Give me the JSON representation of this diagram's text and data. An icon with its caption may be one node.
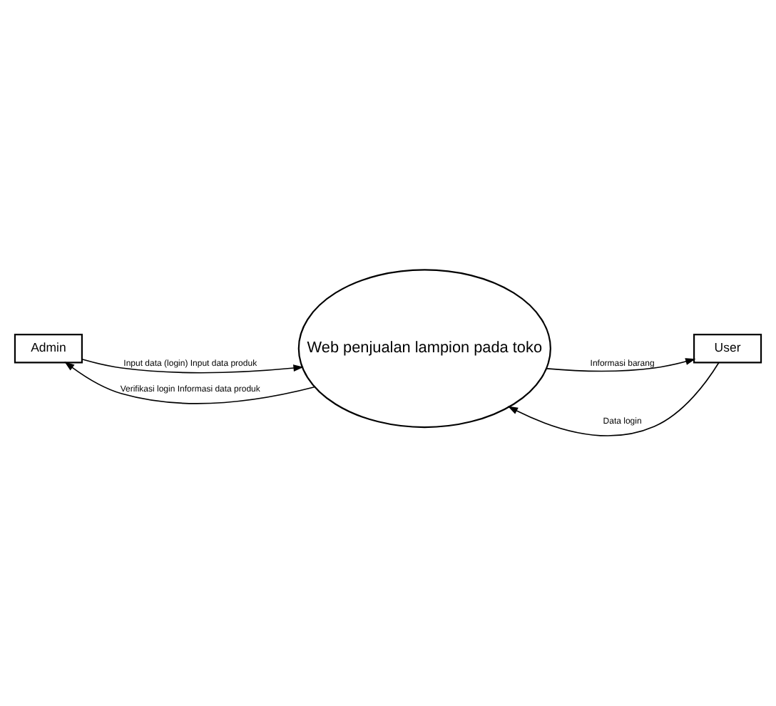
{
  "diagram": {
    "nodes": [
      {
        "text": [
          "Admin"
        ]
      },
      {
        "text": [
          "Web penjualan lampion pada toko"
        ]
      },
      {
        "text": [
          "User"
        ]
      }
    ],
    "edges": [
      {
        "from": 0,
        "to": 1,
        "arrow": "to",
        "label": "Input data (login) Input data produk"
      },
      {
        "from": 2,
        "to": 1,
        "arrow": "to",
        "label": "Data login"
      },
      {
        "from": 1,
        "to": 0,
        "arrow": "to",
        "label": "Verifikasi login Informasi data produk"
      },
      {
        "from": 1,
        "to": 2,
        "arrow": "to",
        "label": "Informasi barang"
      }
    ]
  }
}
